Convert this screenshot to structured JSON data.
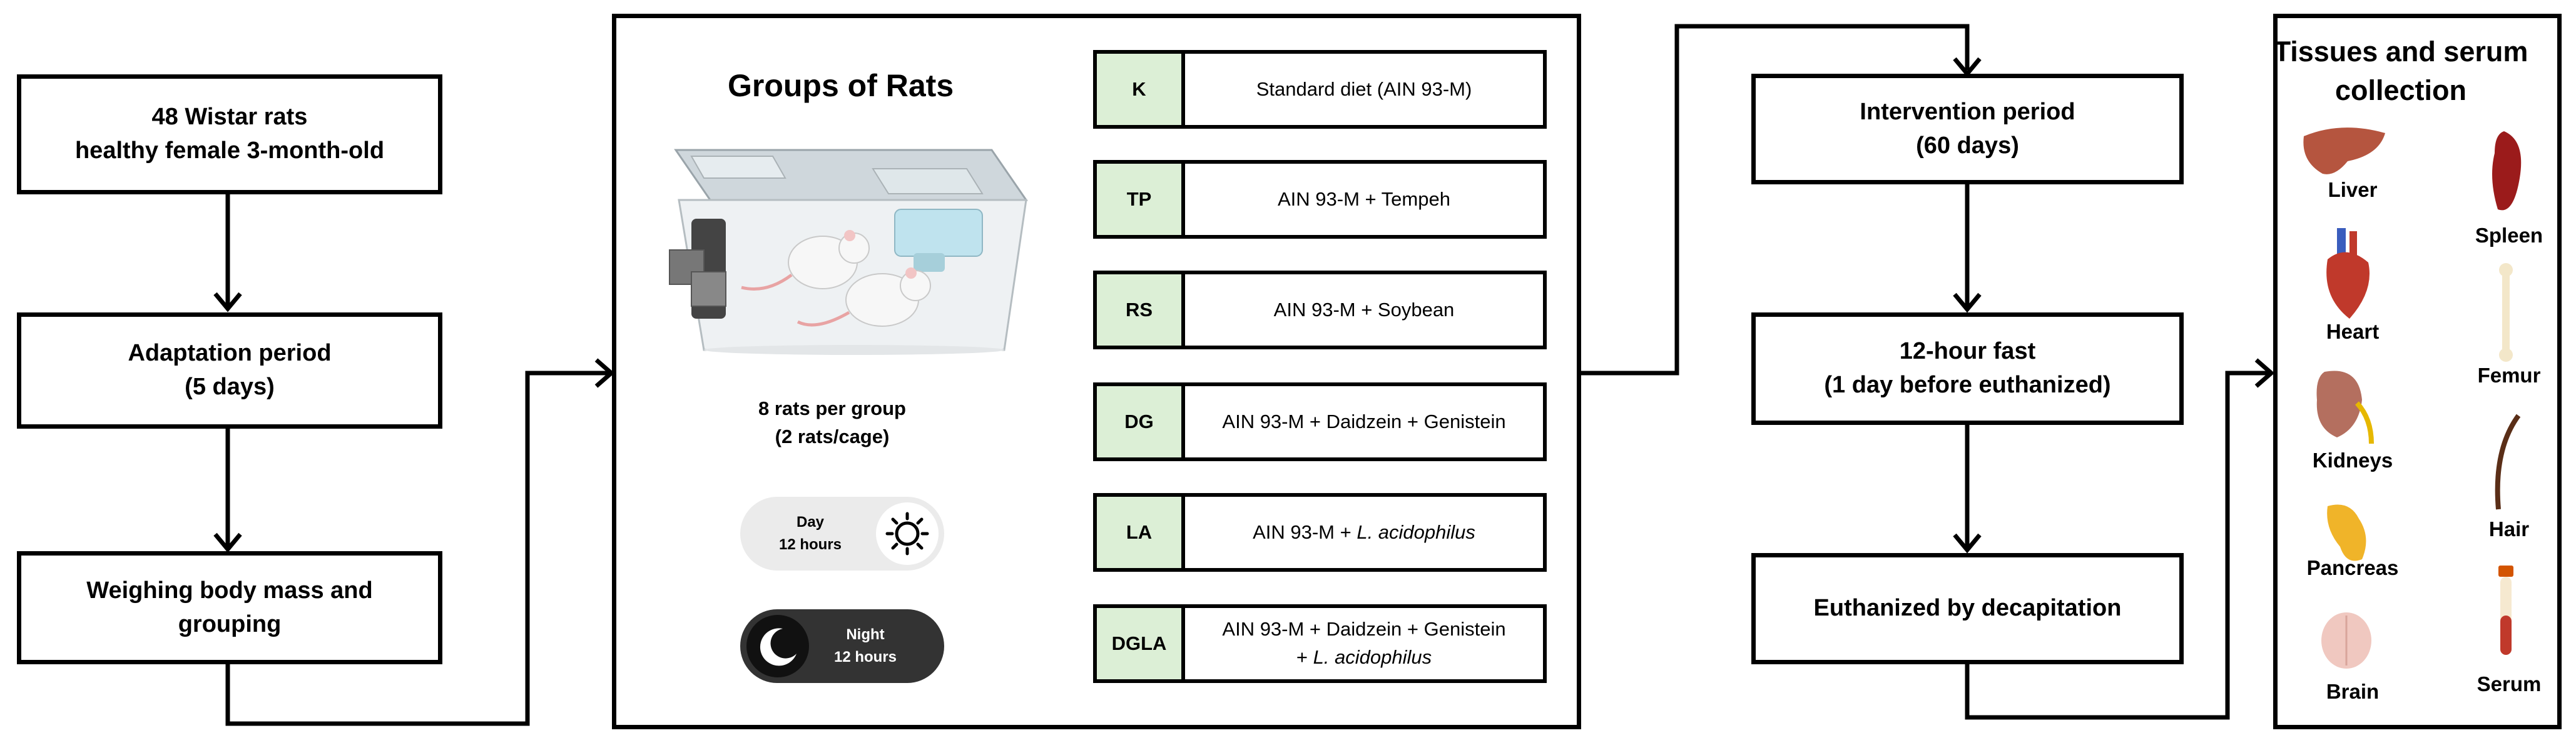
{
  "left_flow": {
    "step1": [
      "48 Wistar rats",
      "healthy female 3-month-old"
    ],
    "step2": [
      "Adaptation period",
      "(5 days)"
    ],
    "step3": [
      "Weighing body mass and",
      "grouping"
    ]
  },
  "groups_panel": {
    "title": "Groups of Rats",
    "rats_per_group": [
      "8 rats per group",
      "(2 rats/cage)"
    ],
    "day": [
      "Day",
      "12 hours"
    ],
    "night": [
      "Night",
      "12 hours"
    ],
    "groups": [
      {
        "code": "K",
        "desc": "Standard diet (AIN 93-M)"
      },
      {
        "code": "TP",
        "desc": "AIN 93-M + Tempeh"
      },
      {
        "code": "RS",
        "desc": "AIN 93-M + Soybean"
      },
      {
        "code": "DG",
        "desc": "AIN 93-M + Daidzein + Genistein"
      },
      {
        "code": "LA",
        "desc_plain": "AIN 93-M + ",
        "desc_italic": "L. acidophilus"
      },
      {
        "code": "DGLA",
        "desc_line1": "AIN 93-M + Daidzein + Genistein",
        "desc_plain": "+ ",
        "desc_italic": "L. acidophilus"
      }
    ]
  },
  "right_flow": {
    "step1": [
      "Intervention period",
      "(60 days)"
    ],
    "step2": [
      "12-hour fast",
      "(1 day before euthanized)"
    ],
    "step3": [
      "Euthanized by decapitation"
    ]
  },
  "tissues_panel": {
    "title": [
      "Tissues and serum",
      "collection"
    ],
    "organs": {
      "liver": "Liver",
      "spleen": "Spleen",
      "heart": "Heart",
      "femur": "Femur",
      "kidneys": "Kidneys",
      "hair": "Hair",
      "pancreas": "Pancreas",
      "brain": "Brain",
      "serum": "Serum"
    }
  },
  "colors": {
    "border": "#000000",
    "group_code_fill": "#dcefd6",
    "night_pill": "#333333",
    "day_pill": "#ebebeb"
  }
}
